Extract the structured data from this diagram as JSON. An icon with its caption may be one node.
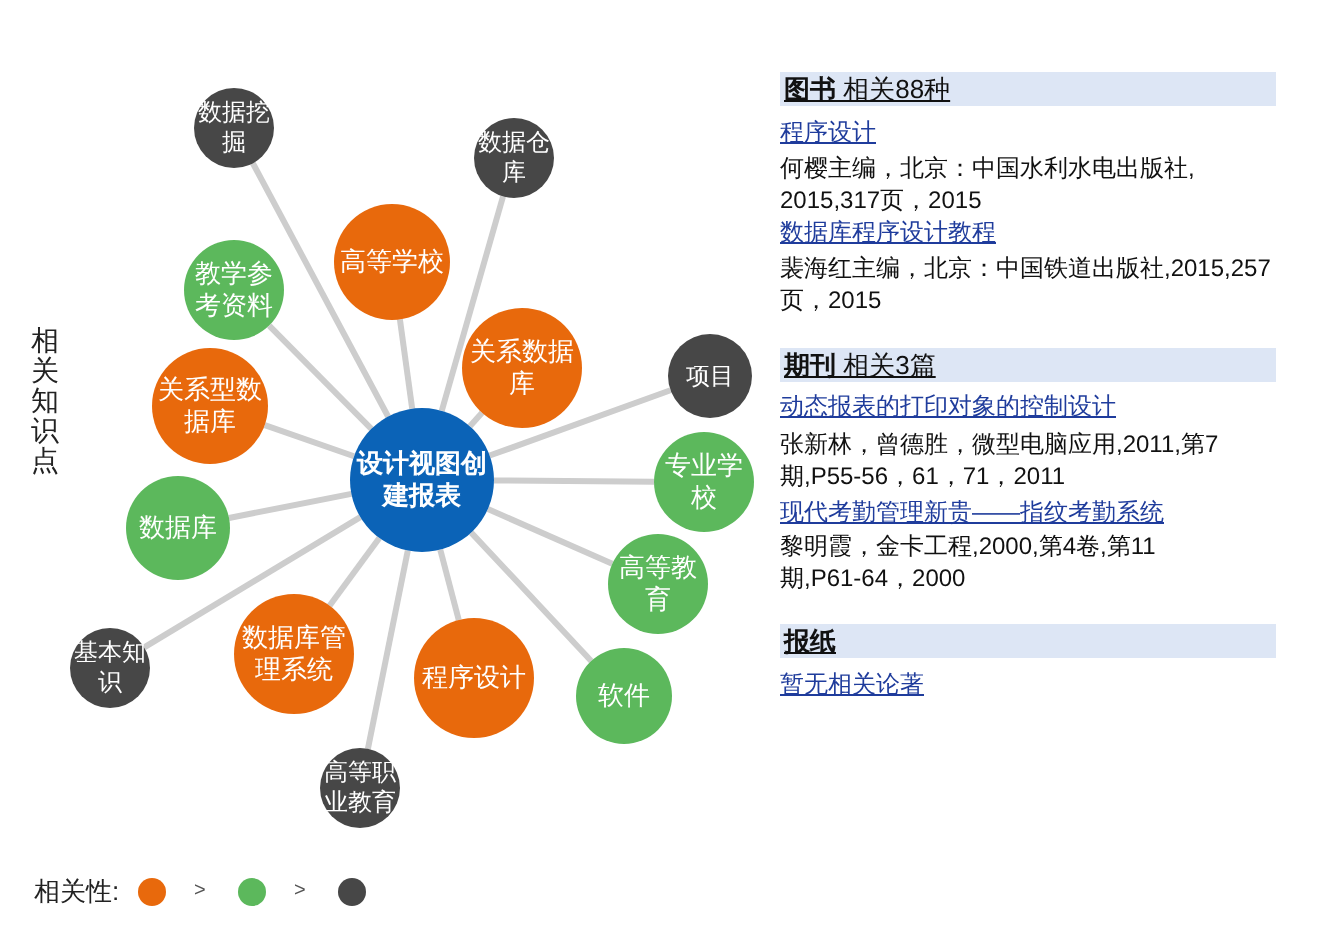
{
  "diagram": {
    "nodes": [
      {
        "text": [
          "设计视图创建报表"
        ]
      },
      {
        "text": [
          "数据挖掘"
        ]
      },
      {
        "text": [
          "数据仓库"
        ]
      },
      {
        "text": [
          "高等学校"
        ]
      },
      {
        "text": [
          "教学参考资料"
        ]
      },
      {
        "text": [
          "关系数据库"
        ]
      },
      {
        "text": [
          "项目"
        ]
      },
      {
        "text": [
          "关系型数据库"
        ]
      },
      {
        "text": [
          "专业学校"
        ]
      },
      {
        "text": [
          "数据库"
        ]
      },
      {
        "text": [
          "高等教育"
        ]
      },
      {
        "text": [
          "数据库管理系统"
        ]
      },
      {
        "text": [
          "基本知识"
        ]
      },
      {
        "text": [
          "程序设计"
        ]
      },
      {
        "text": [
          "软件"
        ]
      },
      {
        "text": [
          "高等职业教育"
        ]
      }
    ],
    "edges": [
      {
        "from": 0,
        "to": 1,
        "arrow": "none"
      },
      {
        "from": 0,
        "to": 2,
        "arrow": "none"
      },
      {
        "from": 0,
        "to": 3,
        "arrow": "none"
      },
      {
        "from": 0,
        "to": 4,
        "arrow": "none"
      },
      {
        "from": 0,
        "to": 5,
        "arrow": "none"
      },
      {
        "from": 0,
        "to": 6,
        "arrow": "none"
      },
      {
        "from": 0,
        "to": 7,
        "arrow": "none"
      },
      {
        "from": 0,
        "to": 8,
        "arrow": "none"
      },
      {
        "from": 0,
        "to": 9,
        "arrow": "none"
      },
      {
        "from": 0,
        "to": 10,
        "arrow": "none"
      },
      {
        "from": 0,
        "to": 11,
        "arrow": "none"
      },
      {
        "from": 0,
        "to": 12,
        "arrow": "none"
      },
      {
        "from": 0,
        "to": 13,
        "arrow": "none"
      },
      {
        "from": 0,
        "to": 14,
        "arrow": "none"
      },
      {
        "from": 0,
        "to": 15,
        "arrow": "none"
      }
    ],
    "labels": [
      "相关知识点",
      "**图书** 相关88种",
      "程序设计",
      "何樱主编，北京：中国水利水电出版社,2015,317页，2015",
      "数据库程序设计教程",
      "裴海红主编，北京：中国铁道出版社,2015,257页，2015",
      "**期刊** 相关3篇",
      "动态报表的打印对象的控制设计",
      "张新林，曾德胜，微型电脑应用,2011,第7期,P55-56，61，71，2011",
      "现代考勤管理新贵——指纹考勤系统",
      "黎明霞，金卡工程,2000,第4卷,第11期,P61-64，2000",
      "报纸",
      "暂无相关论著",
      "相关性:",
      ">",
      ">"
    ]
  }
}
